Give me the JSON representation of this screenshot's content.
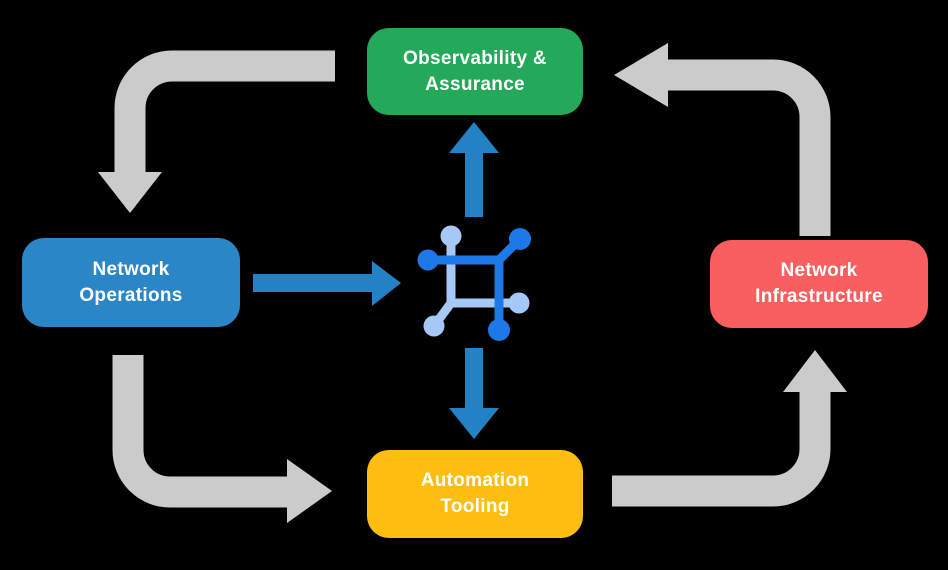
{
  "colors": {
    "background": "#000000",
    "cycle_arrow": "#CBCBCB",
    "flow_arrow": "#2382C6",
    "icon_dark": "#1D79E8",
    "icon_light": "#A6C8F7",
    "label_text": "#FFFFFF",
    "observability_green": "#24A85A",
    "operations_blue": "#2B86C8",
    "infrastructure_red": "#F95F5F",
    "automation_yellow": "#FDBE10"
  },
  "boxes": {
    "observability": {
      "lines": [
        "Observability &",
        "Assurance"
      ],
      "color": "#24A85A"
    },
    "operations": {
      "lines": [
        "Network",
        "Operations"
      ],
      "color": "#2B86C8"
    },
    "infrastructure": {
      "lines": [
        "Network",
        "Infrastructure"
      ],
      "color": "#F95F5F"
    },
    "automation": {
      "lines": [
        "Automation",
        "Tooling"
      ],
      "color": "#FDBE10"
    }
  },
  "center_icon": "network-platform-icon"
}
